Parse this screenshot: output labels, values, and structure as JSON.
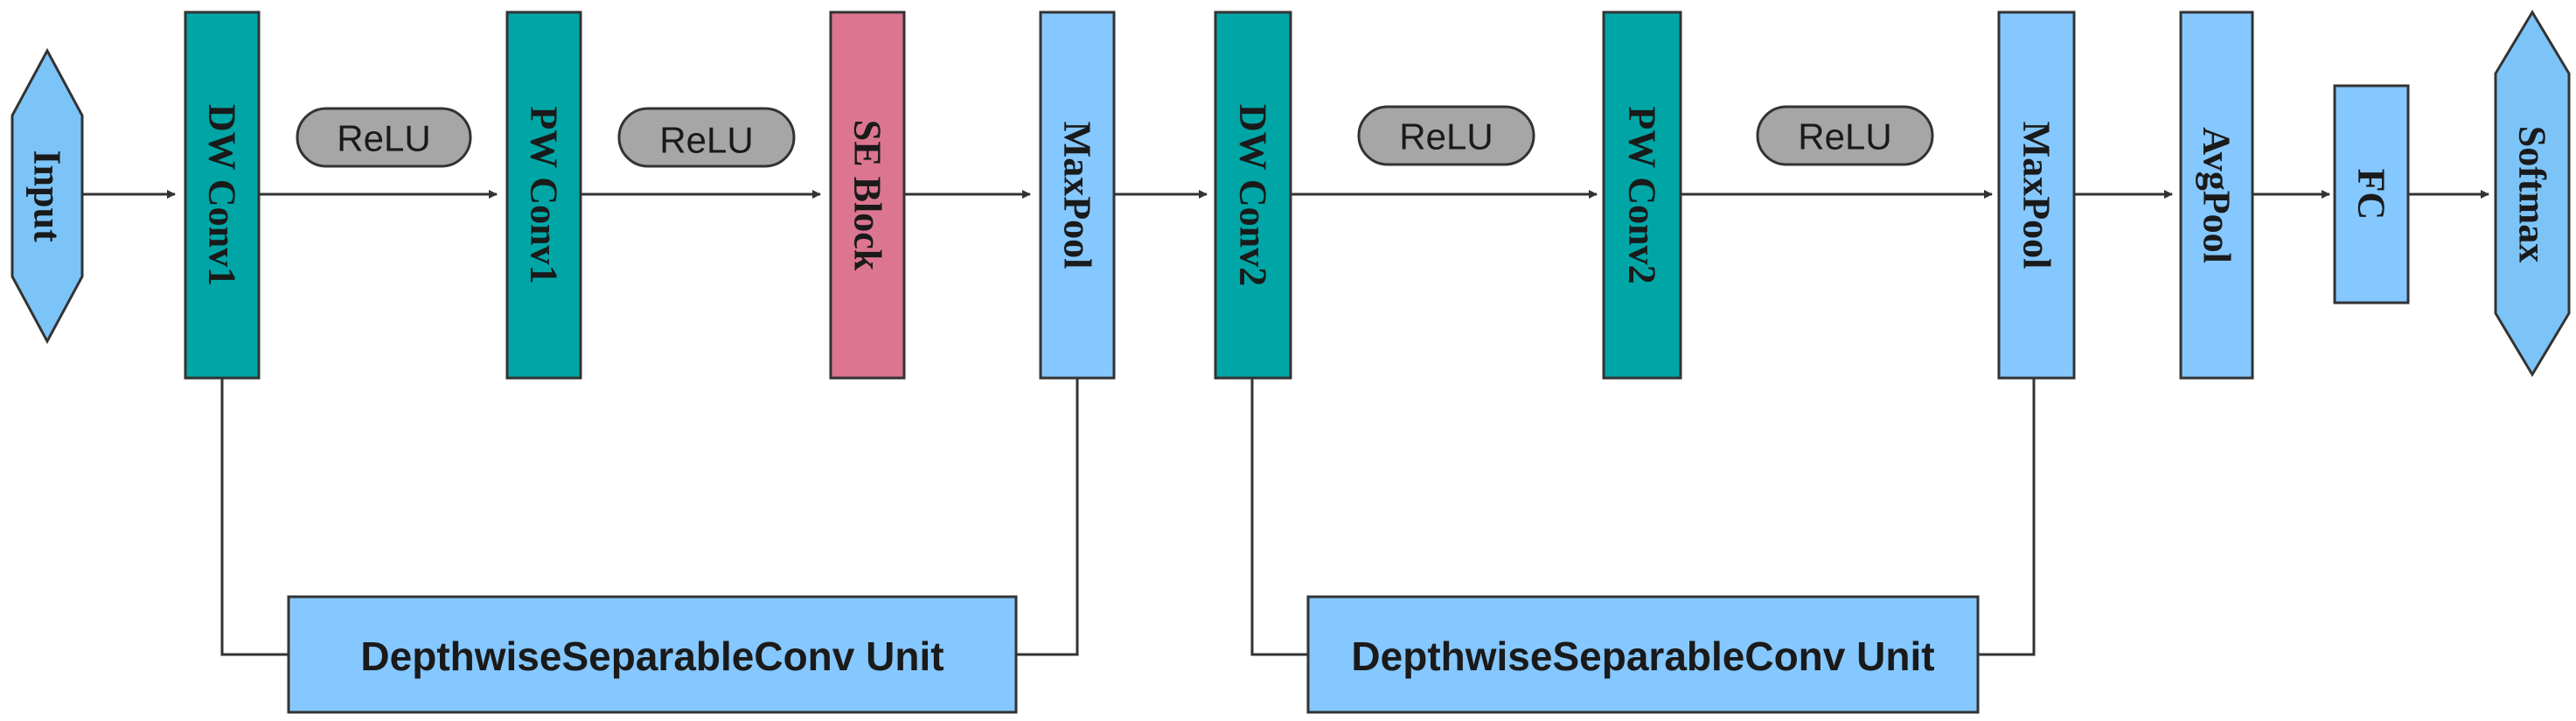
{
  "colors": {
    "io_fill": "#7cc4f8",
    "conv_fill": "#00a6a6",
    "se_fill": "#dc7690",
    "pool_fill": "#85c7ff",
    "unit_fill": "#85c7ff",
    "pill_fill": "#a6a6a6",
    "line": "#333333"
  },
  "nodes": {
    "input": "Input",
    "dw_conv1": "DW Conv1",
    "pw_conv1": "PW Conv1",
    "se_block": "SE Block",
    "maxpool1": "MaxPool",
    "dw_conv2": "DW Conv2",
    "pw_conv2": "PW Conv2",
    "maxpool2": "MaxPool",
    "avgpool": "AvgPool",
    "fc": "FC",
    "softmax": "Softmax"
  },
  "activations": [
    "ReLU",
    "ReLU",
    "ReLU",
    "ReLU"
  ],
  "units": [
    "DepthwiseSeparableConv Unit",
    "DepthwiseSeparableConv Unit"
  ]
}
